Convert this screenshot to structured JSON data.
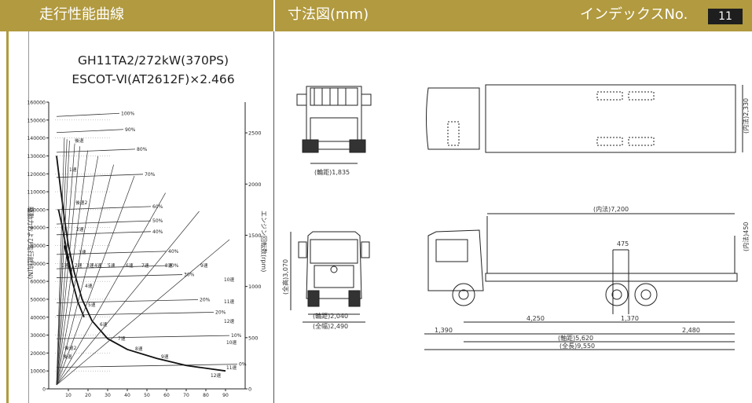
{
  "header": {
    "left_title": "走行性能曲線",
    "mid_title": "寸法図(mm)",
    "index_label": "インデックスNo.",
    "index_number": "11",
    "color": "#b19a3f"
  },
  "chart": {
    "title_line1": "GH11TA2/272kW(370PS)",
    "title_line2": "ESCOT-Ⅵ(AT2612F)×2.466",
    "ylabel_left": "駆動力および走行抵抗(N)",
    "ylabel_right": "エンジン回転数(rpm)",
    "gear_labels": [
      "後退",
      "1速",
      "後退2",
      "2速",
      "3速",
      "1速",
      "2速",
      "3速",
      "4速",
      "5速",
      "6速",
      "7速",
      "8速",
      "9速",
      "4速",
      "5速",
      "6速",
      "7速",
      "8速",
      "9速",
      "10速",
      "11速",
      "12速",
      "10速",
      "11速",
      "12速",
      "後退2",
      "後退"
    ],
    "grade_labels": [
      "100%",
      "90%",
      "80%",
      "70%",
      "60%",
      "50%",
      "40%",
      "40%",
      "30%",
      "30%",
      "20%",
      "20%",
      "10%",
      "0%"
    ]
  },
  "chart_data": {
    "type": "line",
    "title": "GH11TA2/272kW(370PS) ESCOT-Ⅵ(AT2612F)×2.466",
    "xlabel": "",
    "ylabel": "駆動力および走行抵抗(N)",
    "y2label": "エンジン回転数(rpm)",
    "ylim": [
      0,
      160000
    ],
    "y2lim": [
      0,
      2800
    ],
    "y_ticks": [
      0,
      10000,
      20000,
      30000,
      40000,
      50000,
      60000,
      70000,
      80000,
      90000,
      100000,
      110000,
      120000,
      130000,
      140000,
      150000,
      160000
    ],
    "y2_ticks": [
      0,
      500,
      1000,
      1500,
      2000,
      2500
    ],
    "xlim": [
      0,
      100
    ],
    "x_ticks": [
      10,
      20,
      30,
      40,
      50,
      60,
      70,
      80,
      90
    ],
    "grid": false,
    "series": [
      {
        "points": [
          [
            4,
            130000
          ],
          [
            6,
            112000
          ],
          [
            8,
            95000
          ],
          [
            10,
            80000
          ],
          [
            13,
            65000
          ],
          [
            17,
            50000
          ],
          [
            22,
            38000
          ],
          [
            30,
            28000
          ],
          [
            40,
            22000
          ],
          [
            55,
            17000
          ],
          [
            70,
            13000
          ],
          [
            90,
            10000
          ]
        ]
      },
      {
        "points": [
          [
            5,
            100000
          ],
          [
            7,
            90000
          ],
          [
            9,
            78000
          ],
          [
            12,
            62000
          ]
        ]
      },
      {
        "points": [
          [
            8,
            80000
          ],
          [
            10,
            70000
          ],
          [
            12,
            60000
          ],
          [
            15,
            48000
          ],
          [
            18,
            40000
          ]
        ]
      }
    ]
  },
  "dims": {
    "front_axle_width": "(輪距)1,835",
    "inner_width": "(内法)2,330",
    "inner_length": "(内法)7,200",
    "dim_475": "475",
    "inner_height": "(内法)450",
    "overall_height": "(全高)3,070",
    "rear_track": "(輪距)2,040",
    "overall_width": "(全幅)2,490",
    "front_overhang": "1,390",
    "dim_4250": "4,250",
    "dim_1370": "1,370",
    "wheelbase": "(軸距)5,620",
    "rear_overhang": "2,480",
    "overall_length": "(全長)9,550"
  }
}
